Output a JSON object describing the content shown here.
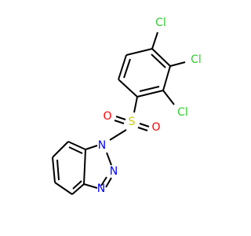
{
  "molecule": {
    "atoms": {
      "cl_top": "Cl",
      "cl_mid": "Cl",
      "cl_low": "Cl",
      "sulfur": "S",
      "oxygen_left": "O",
      "oxygen_right": "O",
      "n1": "N",
      "n2": "N",
      "n3": "N"
    }
  },
  "colors": {
    "bond": "#000000",
    "chlorine": "#33cc33",
    "sulfur": "#cccc00",
    "oxygen": "#ff0000",
    "nitrogen": "#0000ff"
  }
}
